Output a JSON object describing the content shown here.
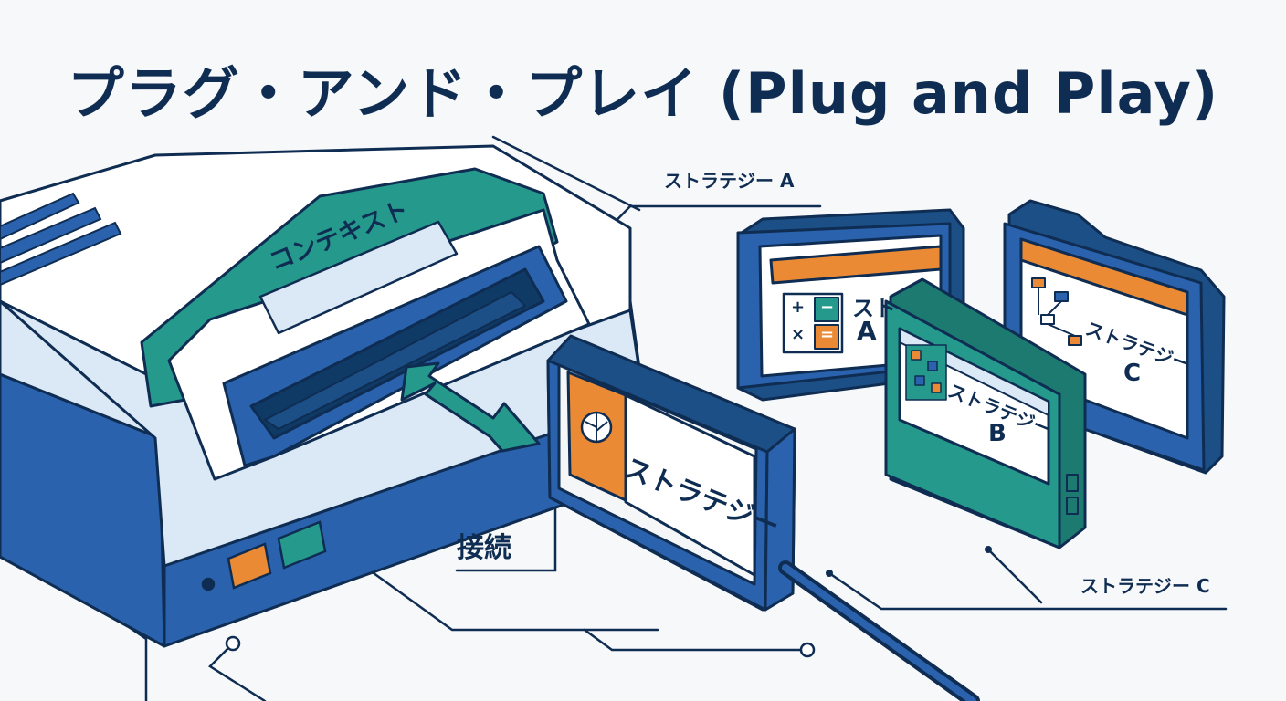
{
  "title": "プラグ・アンド・プレイ (Plug and Play)",
  "labels": {
    "context": "コンテキスト",
    "strategy": "ストラテジー",
    "strategy_a": "ストラテジー A",
    "strategy_b": "ストラテジー B",
    "strategy_c": "ストラテジー C",
    "card_a_name": "スト",
    "card_a_letter": "A",
    "card_b_name": "ストラテジー",
    "card_b_letter": "B",
    "card_c_name": "ストラテジー",
    "card_c_letter": "C",
    "connect": "接続",
    "calc_plus": "+",
    "calc_minus": "−",
    "calc_times": "×",
    "calc_equals": "="
  },
  "colors": {
    "navy": "#0f2d52",
    "blue": "#2a62ad",
    "teal": "#259a8c",
    "orange": "#ea8a34",
    "light": "#ffffff",
    "background": "#f7f8f9"
  },
  "icons": [
    "calculator-icon",
    "pixel-map-icon",
    "flowchart-icon",
    "brain-icon"
  ]
}
